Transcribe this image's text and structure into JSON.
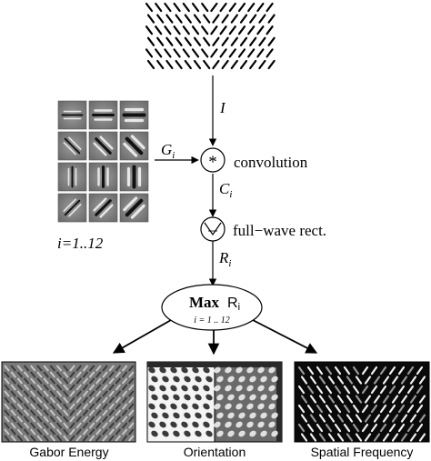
{
  "stimulus": {
    "rows": 6,
    "cols": 14,
    "stroke_color": "#000000"
  },
  "signals": {
    "input": "I",
    "convolved_base": "C",
    "rectified_base": "R",
    "gabor_base": "G",
    "subscript": "i"
  },
  "operations": {
    "convolution_label": "convolution",
    "convolution_symbol": "*",
    "rectification_label": "full−wave rect."
  },
  "filter_bank": {
    "rows": 4,
    "cols": 3,
    "index_label": "i=1..12"
  },
  "max_node": {
    "title": "Max",
    "operand": "R",
    "operand_subscript": "i",
    "range": "i = 1 .. 12"
  },
  "outputs": [
    {
      "label": "Gabor Energy"
    },
    {
      "label": "Orientation"
    },
    {
      "label": "Spatial Frequency"
    }
  ],
  "colors": {
    "line": "#000000",
    "node_fill": "#ffffff",
    "gabor_bg": "#9a9a9a",
    "energy_dark": "#3a3a3a",
    "energy_light": "#c8c8c8"
  }
}
